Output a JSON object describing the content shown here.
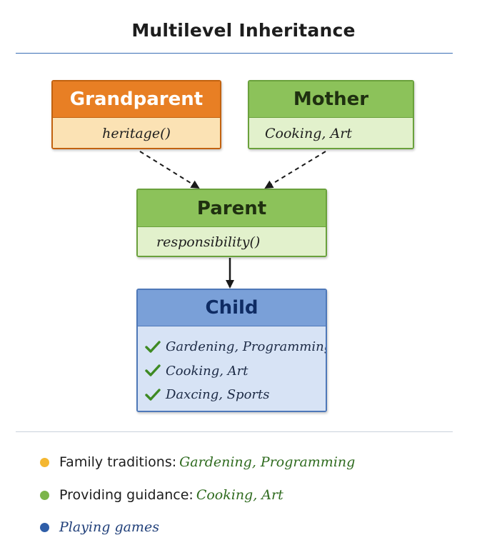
{
  "title": "Multilevel Inheritance",
  "colors": {
    "grandparent": "#e87f24",
    "mother": "#8cc25a",
    "parent": "#8cc25a",
    "child": "#7aa0d8",
    "check": "#3e8a23",
    "dot_traditions": "#f4b731",
    "dot_guidance": "#7cb54a",
    "dot_games": "#2f5ea8"
  },
  "nodes": {
    "grandparent": {
      "name": "Grandparent",
      "member": "heritage()"
    },
    "mother": {
      "name": "Mother",
      "member": "Cooking, Art"
    },
    "parent": {
      "name": "Parent",
      "member": "responsibility()"
    },
    "child": {
      "name": "Child",
      "items": [
        "Gardening, Programming",
        "Cooking, Art",
        "Daxcing, Sports"
      ]
    }
  },
  "edges": [
    {
      "from": "grandparent",
      "to": "parent",
      "style": "dashed"
    },
    {
      "from": "mother",
      "to": "parent",
      "style": "dashed"
    },
    {
      "from": "parent",
      "to": "child",
      "style": "solid"
    }
  ],
  "legend": [
    {
      "label": "Family traditions:",
      "value": "Gardening, Programming",
      "icon": "yellow-dot-icon"
    },
    {
      "label": "Providing guidance:",
      "value": "Cooking, Art",
      "icon": "green-dot-icon"
    },
    {
      "label": "Playing games",
      "icon": "blue-dot-icon"
    }
  ]
}
